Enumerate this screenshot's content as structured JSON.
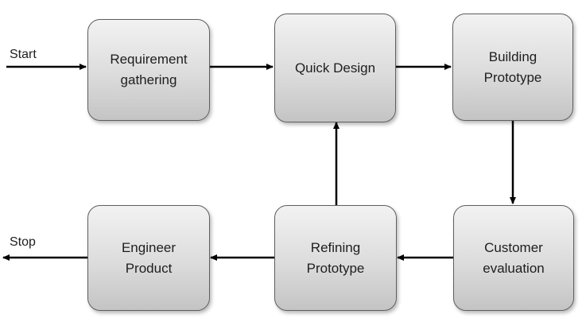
{
  "diagram": {
    "start_label": "Start",
    "stop_label": "Stop",
    "nodes": {
      "requirement_gathering": {
        "line1": "Requirement",
        "line2": "gathering"
      },
      "quick_design": {
        "line1": "Quick Design"
      },
      "building_prototype": {
        "line1": "Building",
        "line2": "Prototype"
      },
      "customer_evaluation": {
        "line1": "Customer",
        "line2": "evaluation"
      },
      "refining_prototype": {
        "line1": "Refining",
        "line2": "Prototype"
      },
      "engineer_product": {
        "line1": "Engineer",
        "line2": "Product"
      }
    },
    "colors": {
      "box_border": "#5f5f5f",
      "box_fill_top": "#f2f2f2",
      "box_fill_bottom": "#c4c4c4",
      "arrow": "#000000"
    }
  }
}
